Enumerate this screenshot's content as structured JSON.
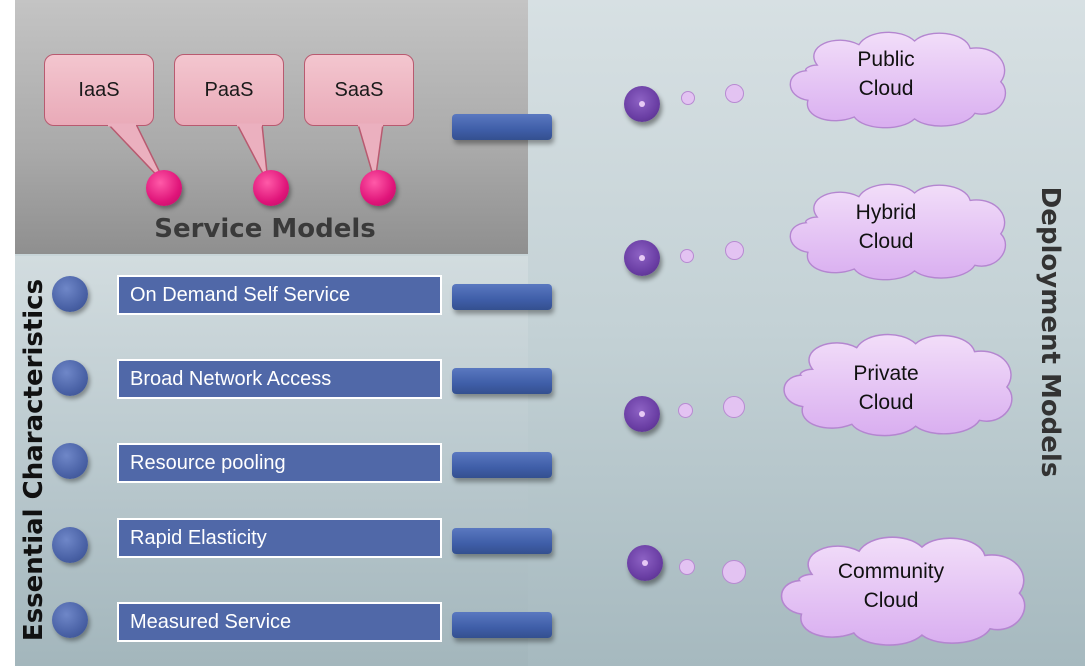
{
  "service_models": {
    "title": "Service Models",
    "items": [
      {
        "label": "IaaS"
      },
      {
        "label": "PaaS"
      },
      {
        "label": "SaaS"
      }
    ]
  },
  "essential_characteristics": {
    "title": "Essential Characteristics",
    "items": [
      {
        "label": "On Demand Self Service"
      },
      {
        "label": "Broad Network Access"
      },
      {
        "label": "Resource pooling"
      },
      {
        "label": "Rapid Elasticity"
      },
      {
        "label": "Measured Service"
      }
    ]
  },
  "deployment_models": {
    "title": "Deployment Models",
    "items": [
      {
        "line1": "Public",
        "line2": "Cloud"
      },
      {
        "line1": "Hybrid",
        "line2": "Cloud"
      },
      {
        "line1": "Private",
        "line2": "Cloud"
      },
      {
        "line1": "Community",
        "line2": "Cloud"
      }
    ]
  },
  "colors": {
    "service_callout": "#eab2c0",
    "service_dot": "#e0157a",
    "characteristic_box": "#5068a8",
    "connector": "#3f5ea8",
    "deployment_dot": "#6a3ea4",
    "cloud_fill": "#e3c3f2"
  }
}
